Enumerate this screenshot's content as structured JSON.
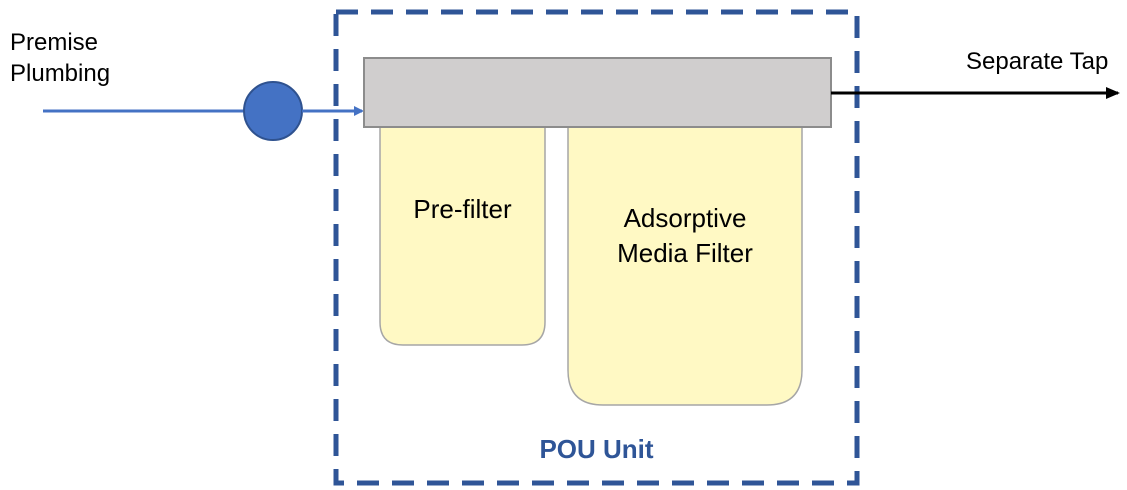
{
  "source": {
    "label_lines": [
      "Premise",
      "Plumbing"
    ]
  },
  "output": {
    "label": "Separate Tap"
  },
  "unit": {
    "label": "POU Unit"
  },
  "components": {
    "prefilter": "Pre-filter",
    "media_filter_lines": [
      "Adsorptive",
      "Media Filter"
    ]
  },
  "colors": {
    "flow_line": "#4472C4",
    "valve_fill": "#4472C4",
    "valve_stroke": "#2F528F",
    "unit_border": "#2F5597",
    "unit_label": "#2F5597",
    "manifold_fill": "#D0CECE",
    "manifold_stroke": "#8C8C8C",
    "filter_fill": "#FFF9C4",
    "filter_stroke": "#A6A6A6",
    "output_line": "#000000"
  },
  "icons": {
    "valve": "circle",
    "flow_arrow": "arrow-right-icon"
  }
}
